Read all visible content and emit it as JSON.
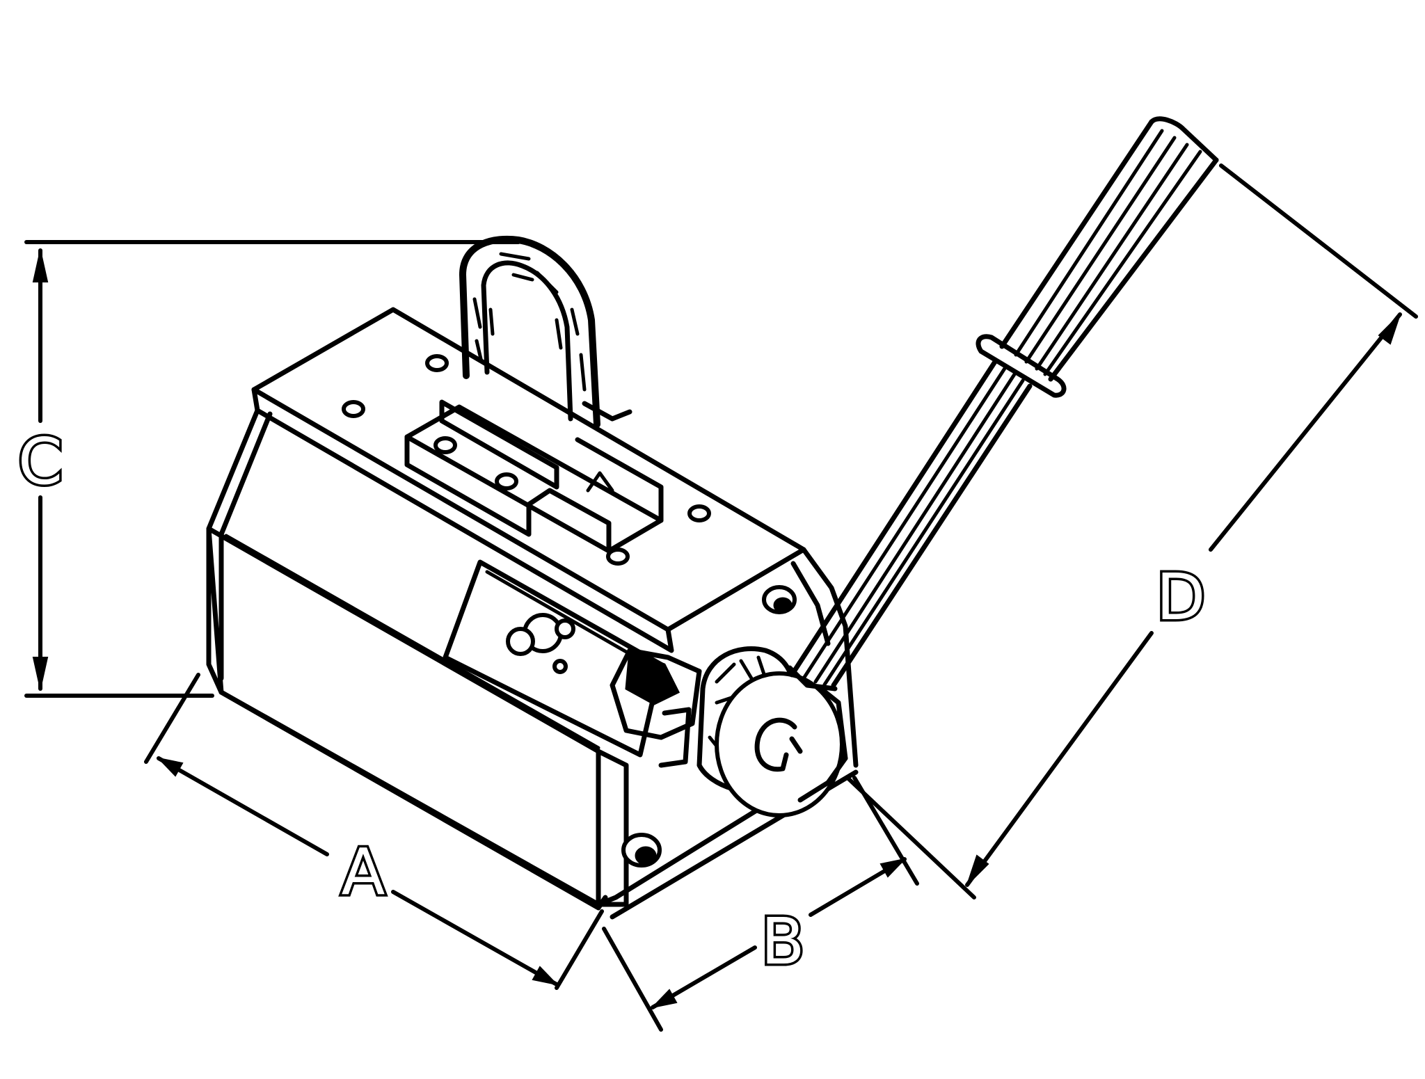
{
  "diagram": {
    "subject": "lifting magnet",
    "ink_color": "#000000",
    "background_color": "#ffffff",
    "dimensions": {
      "A": "A",
      "B": "B",
      "C": "C",
      "D": "D"
    }
  }
}
